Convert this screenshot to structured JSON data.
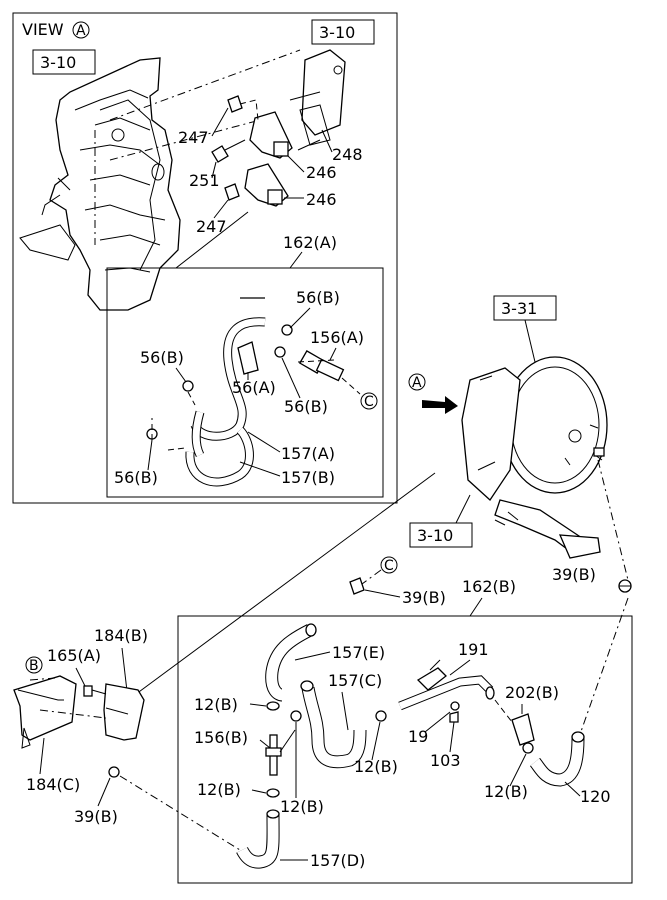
{
  "view_title": "VIEW",
  "view_marker": "A",
  "refs": {
    "ref_3_10_top_left": "3-10",
    "ref_3_10_top_right": "3-10",
    "ref_3_31": "3-31",
    "ref_3_10_center": "3-10"
  },
  "marker_a": "A",
  "marker_c_inset": "C",
  "marker_c_lower": "C",
  "marker_b": "B",
  "labels": {
    "p247a": "247",
    "p248": "248",
    "p251": "251",
    "p246a": "246",
    "p246b": "246",
    "p247b": "247",
    "p162a": "162(A)",
    "p56b_1": "56(B)",
    "p156a": "156(A)",
    "p56b_2": "56(B)",
    "p56a": "56(A)",
    "p56b_3": "56(B)",
    "p157a": "157(A)",
    "p56b_4": "56(B)",
    "p157b": "157(B)",
    "p39b_1": "39(B)",
    "p162b": "162(B)",
    "p39b_2": "39(B)",
    "p184b": "184(B)",
    "p165a": "165(A)",
    "p157e": "157(E)",
    "p191": "191",
    "p157c": "157(C)",
    "p202b": "202(B)",
    "p12b_1": "12(B)",
    "p156b": "156(B)",
    "p12b_2": "12(B)",
    "p19": "19",
    "p103": "103",
    "p184c": "184(C)",
    "p12b_3": "12(B)",
    "p12b_4": "12(B)",
    "p12b_5": "12(B)",
    "p120": "120",
    "p39b_3": "39(B)",
    "p157d": "157(D)"
  }
}
